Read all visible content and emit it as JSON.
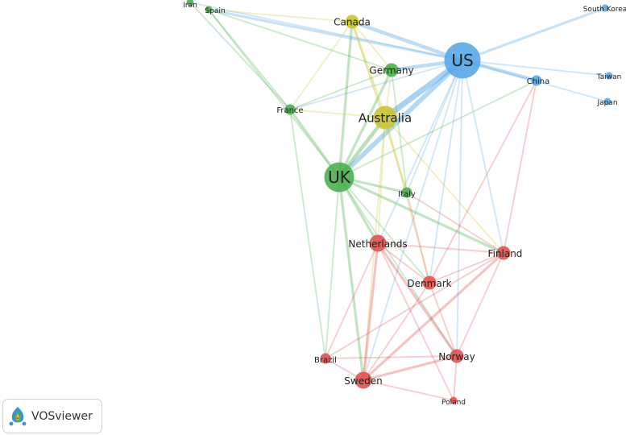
{
  "network": {
    "colors": {
      "green": "#4caf50",
      "blue": "#5aa9e6",
      "yellow": "#c9c432",
      "red": "#e05252"
    },
    "nodes": [
      {
        "id": "iran",
        "label": "Iran",
        "cluster": "green",
        "weight": 1
      },
      {
        "id": "spain",
        "label": "Spain",
        "cluster": "green",
        "weight": 1
      },
      {
        "id": "canada",
        "label": "Canada",
        "cluster": "yellow",
        "weight": 3
      },
      {
        "id": "south-korea",
        "label": "South Korea",
        "cluster": "blue",
        "weight": 1
      },
      {
        "id": "us",
        "label": "US",
        "cluster": "blue",
        "weight": 10
      },
      {
        "id": "germany",
        "label": "Germany",
        "cluster": "green",
        "weight": 3
      },
      {
        "id": "china",
        "label": "China",
        "cluster": "blue",
        "weight": 2
      },
      {
        "id": "taiwan",
        "label": "Taiwan",
        "cluster": "blue",
        "weight": 1
      },
      {
        "id": "japan",
        "label": "Japan",
        "cluster": "blue",
        "weight": 1
      },
      {
        "id": "france",
        "label": "France",
        "cluster": "green",
        "weight": 2
      },
      {
        "id": "australia",
        "label": "Australia",
        "cluster": "yellow",
        "weight": 6
      },
      {
        "id": "uk",
        "label": "UK",
        "cluster": "green",
        "weight": 8
      },
      {
        "id": "italy",
        "label": "Italy",
        "cluster": "green",
        "weight": 2
      },
      {
        "id": "netherlands",
        "label": "Netherlands",
        "cluster": "red",
        "weight": 4
      },
      {
        "id": "finland",
        "label": "Finland",
        "cluster": "red",
        "weight": 3
      },
      {
        "id": "denmark",
        "label": "Denmark",
        "cluster": "red",
        "weight": 3
      },
      {
        "id": "brazil",
        "label": "Brazil",
        "cluster": "red",
        "weight": 2
      },
      {
        "id": "norway",
        "label": "Norway",
        "cluster": "red",
        "weight": 3
      },
      {
        "id": "sweden",
        "label": "Sweden",
        "cluster": "red",
        "weight": 4
      },
      {
        "id": "poland",
        "label": "Poland",
        "cluster": "red",
        "weight": 1
      }
    ],
    "links": [
      [
        "us",
        "uk",
        4
      ],
      [
        "us",
        "australia",
        5
      ],
      [
        "us",
        "canada",
        3
      ],
      [
        "us",
        "germany",
        3
      ],
      [
        "us",
        "china",
        3
      ],
      [
        "us",
        "south-korea",
        2
      ],
      [
        "us",
        "japan",
        1
      ],
      [
        "us",
        "taiwan",
        1
      ],
      [
        "us",
        "france",
        1
      ],
      [
        "us",
        "italy",
        1
      ],
      [
        "us",
        "netherlands",
        1
      ],
      [
        "us",
        "denmark",
        1
      ],
      [
        "us",
        "finland",
        1
      ],
      [
        "us",
        "sweden",
        1
      ],
      [
        "us",
        "norway",
        1
      ],
      [
        "us",
        "spain",
        2
      ],
      [
        "us",
        "iran",
        1
      ],
      [
        "uk",
        "australia",
        3
      ],
      [
        "uk",
        "canada",
        2
      ],
      [
        "uk",
        "germany",
        2
      ],
      [
        "uk",
        "france",
        2
      ],
      [
        "uk",
        "italy",
        2
      ],
      [
        "uk",
        "netherlands",
        2
      ],
      [
        "uk",
        "finland",
        2
      ],
      [
        "uk",
        "sweden",
        2
      ],
      [
        "uk",
        "brazil",
        1
      ],
      [
        "uk",
        "denmark",
        1
      ],
      [
        "uk",
        "norway",
        1
      ],
      [
        "uk",
        "china",
        1
      ],
      [
        "uk",
        "spain",
        1
      ],
      [
        "australia",
        "canada",
        2
      ],
      [
        "australia",
        "germany",
        1
      ],
      [
        "australia",
        "france",
        1
      ],
      [
        "australia",
        "italy",
        1
      ],
      [
        "australia",
        "netherlands",
        1
      ],
      [
        "australia",
        "sweden",
        1
      ],
      [
        "australia",
        "denmark",
        1
      ],
      [
        "australia",
        "finland",
        1
      ],
      [
        "canada",
        "spain",
        1
      ],
      [
        "canada",
        "france",
        1
      ],
      [
        "canada",
        "italy",
        1
      ],
      [
        "canada",
        "germany",
        1
      ],
      [
        "germany",
        "france",
        1
      ],
      [
        "germany",
        "italy",
        1
      ],
      [
        "germany",
        "spain",
        1
      ],
      [
        "france",
        "spain",
        1
      ],
      [
        "france",
        "iran",
        1
      ],
      [
        "france",
        "brazil",
        1
      ],
      [
        "netherlands",
        "sweden",
        2
      ],
      [
        "netherlands",
        "denmark",
        1
      ],
      [
        "netherlands",
        "finland",
        1
      ],
      [
        "netherlands",
        "norway",
        2
      ],
      [
        "netherlands",
        "brazil",
        1
      ],
      [
        "netherlands",
        "poland",
        1
      ],
      [
        "sweden",
        "norway",
        2
      ],
      [
        "sweden",
        "finland",
        2
      ],
      [
        "sweden",
        "denmark",
        1
      ],
      [
        "sweden",
        "brazil",
        1
      ],
      [
        "sweden",
        "poland",
        1
      ],
      [
        "norway",
        "finland",
        1
      ],
      [
        "norway",
        "denmark",
        1
      ],
      [
        "norway",
        "poland",
        1
      ],
      [
        "denmark",
        "finland",
        1
      ],
      [
        "brazil",
        "norway",
        1
      ],
      [
        "brazil",
        "finland",
        1
      ],
      [
        "italy",
        "finland",
        1
      ],
      [
        "italy",
        "denmark",
        1
      ],
      [
        "china",
        "finland",
        1
      ],
      [
        "china",
        "denmark",
        1
      ]
    ]
  },
  "badge": {
    "label": "VOSviewer"
  }
}
